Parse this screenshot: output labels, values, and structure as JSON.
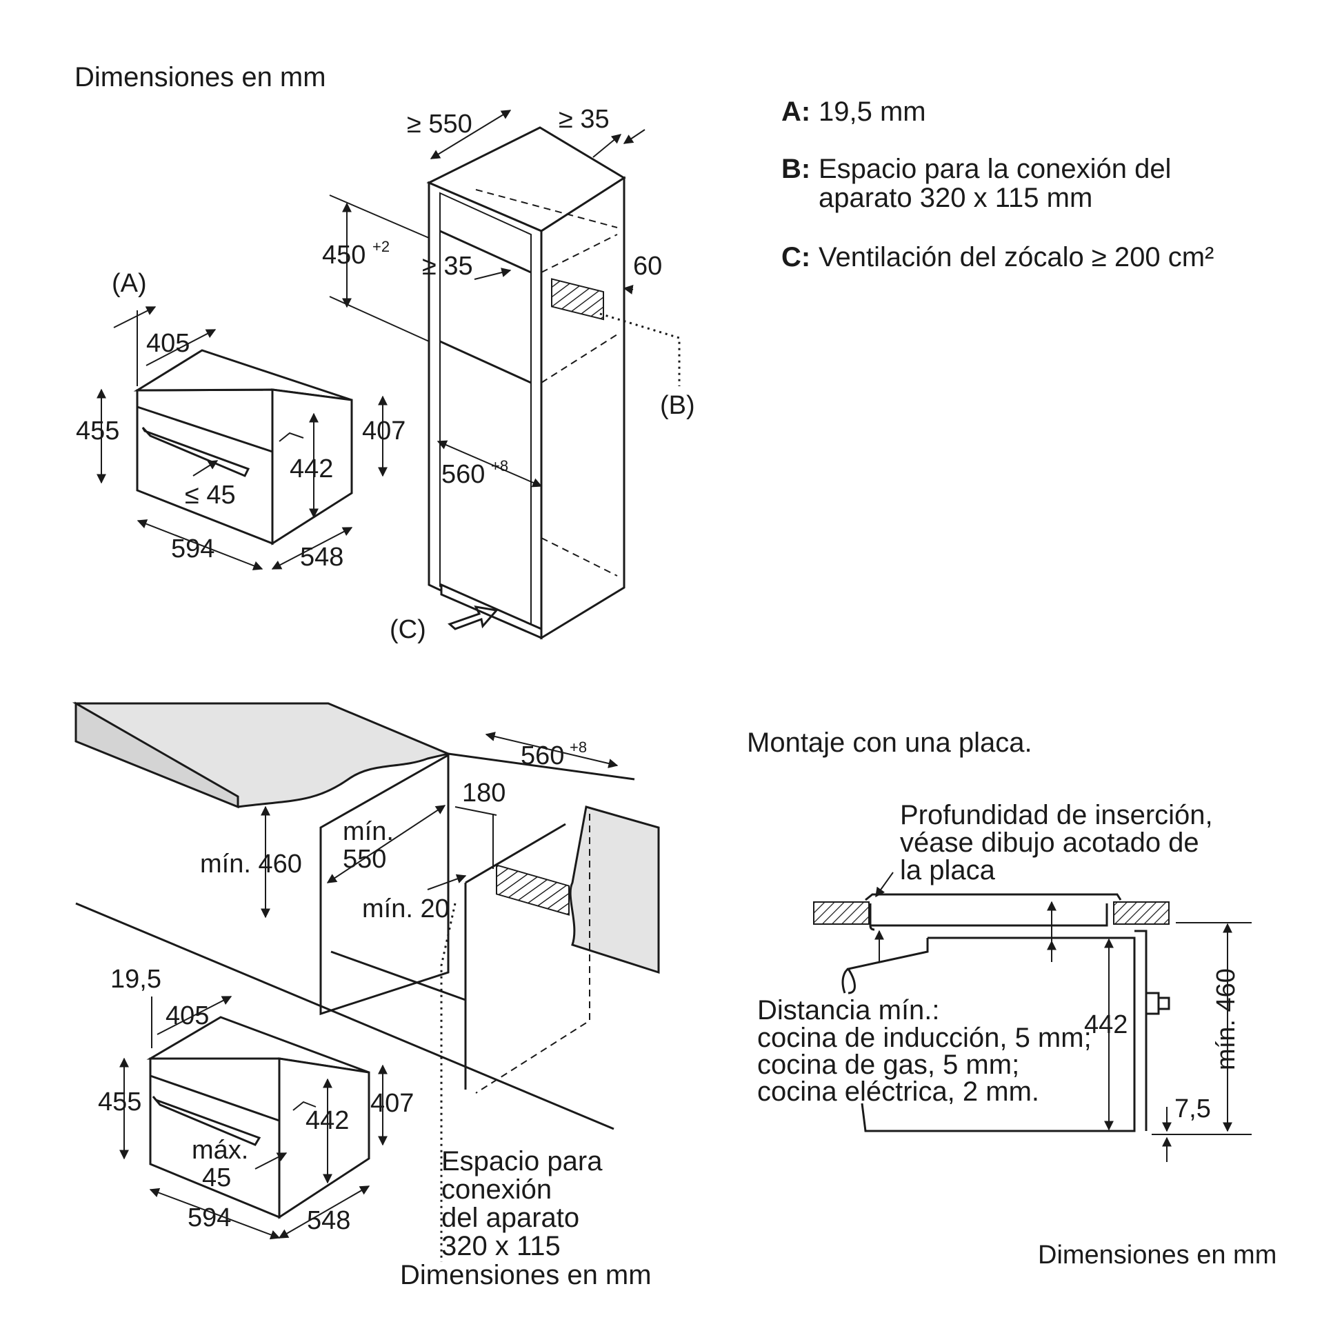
{
  "top": {
    "title": "Dimensiones en mm",
    "legend": {
      "a_key": "A:",
      "a_text": "19,5 mm",
      "b_key": "B:",
      "b_line1": "Espacio para la conexión del",
      "b_line2": "aparato 320 x 115 mm",
      "c_key": "C:",
      "c_text": "Ventilación del zócalo ≥ 200 cm²"
    },
    "oven": {
      "label_a": "(A)",
      "depth_body": "405",
      "height_front": "455",
      "height_body": "442",
      "height_niche": "407",
      "handle": "≤ 45",
      "width": "594",
      "depth": "548"
    },
    "cabinet": {
      "depth_min": "≥ 550",
      "back_gap": "≥ 35",
      "niche_height": "450",
      "niche_height_tol": "+2",
      "inner_gap": "≥ 35",
      "vent_height": "60",
      "inner_width": "560",
      "inner_width_tol": "+8",
      "label_b": "(B)",
      "label_c": "(C)"
    }
  },
  "bottom_left": {
    "width": "560",
    "width_tol": "+8",
    "dim_180": "180",
    "min_550_l1": "mín.",
    "min_550_l2": "550",
    "min_460": "mín. 460",
    "min_20": "mín. 20",
    "dim_19_5": "19,5",
    "depth_body": "405",
    "height_front": "455",
    "height_body": "442",
    "height_niche": "407",
    "handle_l1": "máx.",
    "handle_l2": "45",
    "width_oven": "594",
    "depth_oven": "548",
    "conn_l1": "Espacio para",
    "conn_l2": "conexión",
    "conn_l3": "del aparato",
    "conn_l4": "320 x 115",
    "footer": "Dimensiones en mm"
  },
  "bottom_right": {
    "title": "Montaje con una placa.",
    "insert_l1": "Profundidad de inserción,",
    "insert_l2": "véase dibujo acotado de",
    "insert_l3": "la placa",
    "dist_l1": "Distancia mín.:",
    "dist_l2": "cocina de inducción, 5 mm;",
    "dist_l3": "cocina de gas, 5 mm;",
    "dist_l4": "cocina eléctrica, 2 mm.",
    "dim_442": "442",
    "dim_min460": "mín. 460",
    "dim_7_5": "7,5",
    "footer": "Dimensiones en mm"
  }
}
